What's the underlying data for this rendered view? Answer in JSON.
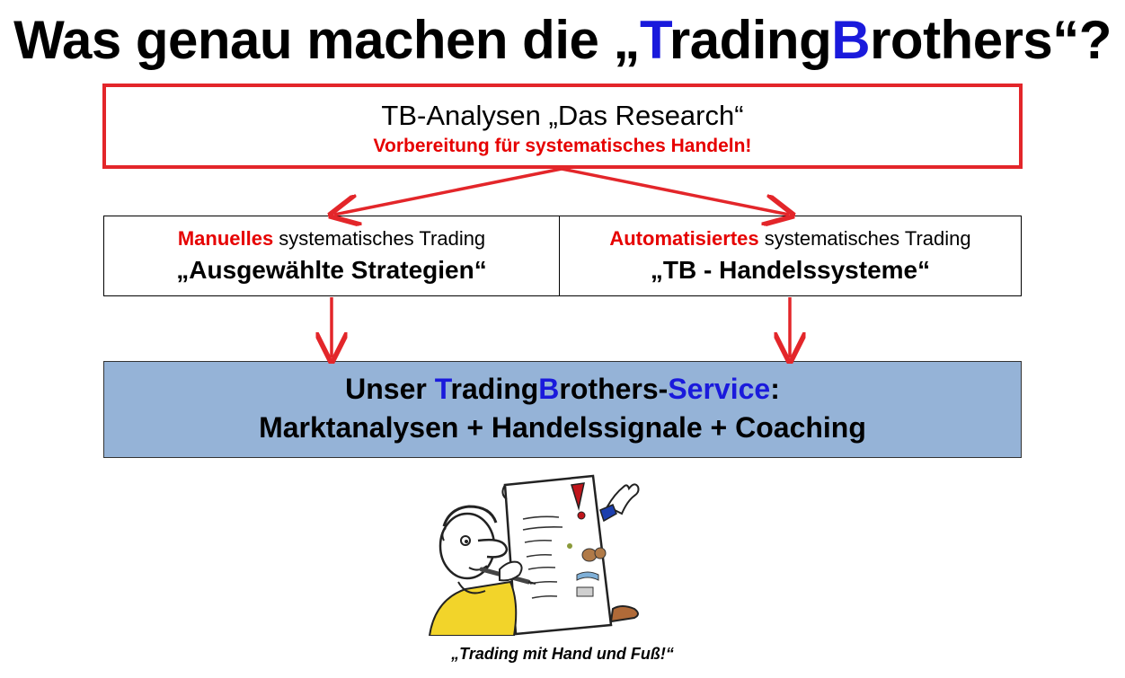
{
  "title": {
    "part1": "Was genau machen die „",
    "trading_t": "T",
    "trading_rest": "rading",
    "brothers_b": "B",
    "brothers_rest": "rothers",
    "part2": "“?"
  },
  "research_box": {
    "main": "TB-Analysen „Das Research“",
    "sub": "Vorbereitung für systematisches Handeln!"
  },
  "manual_box": {
    "highlight": "Manuelles",
    "rest": " systematisches Trading",
    "line2": "„Ausgewählte Strategien“"
  },
  "auto_box": {
    "highlight": "Automatisiertes",
    "rest": " systematisches Trading",
    "line2": "„TB - Handelssysteme“"
  },
  "service_box": {
    "prefix": "Unser ",
    "t": "T",
    "rading": "rading",
    "b": "B",
    "rothers": "rothers",
    "dash": "-",
    "service": "Service",
    "colon": ":",
    "line2": "Marktanalysen + Handelssignale + Coaching"
  },
  "caption": "„Trading mit Hand und Fuß!“",
  "colors": {
    "accent_red": "#e60000",
    "brand_blue": "#1a1adc",
    "service_fill": "#95b3d7",
    "arrow_red": "#e3262a"
  },
  "icons": [
    "cartoon-man-with-pen-icon",
    "document-with-exclamation-icon"
  ]
}
